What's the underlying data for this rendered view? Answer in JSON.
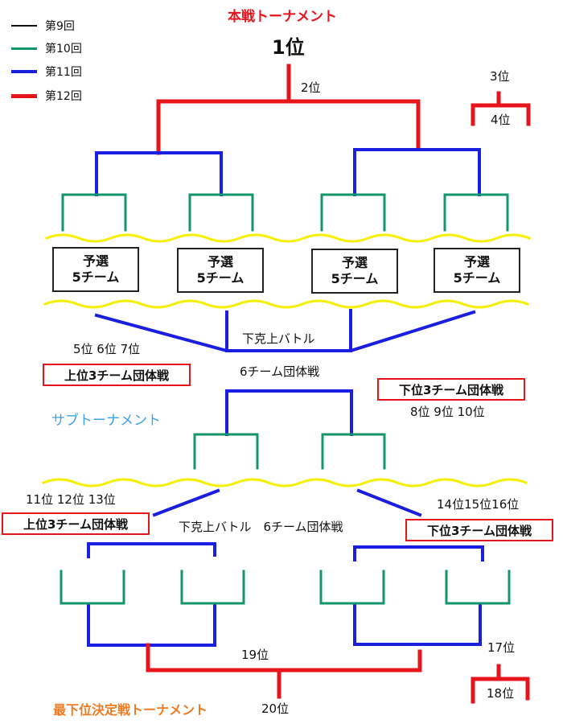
{
  "colors": {
    "round9": "#111111",
    "round10": "#14966b",
    "round11": "#1a1ee0",
    "round12": "#e8141b",
    "wave": "#f4f000",
    "title_red": "#e8141b",
    "title_blue": "#3aa2e8",
    "title_orange": "#f07a21"
  },
  "legend": [
    {
      "label": "第9回",
      "color": "#111111"
    },
    {
      "label": "第10回",
      "color": "#14966b"
    },
    {
      "label": "第11回",
      "color": "#1a1ee0"
    },
    {
      "label": "第12回",
      "color": "#e8141b"
    }
  ],
  "titles": {
    "main": "本戦トーナメント",
    "sub": "サブトーナメント",
    "bottom": "最下位決定戦トーナメント"
  },
  "main": {
    "first": "1位",
    "second": "2位",
    "third": "3位",
    "fourth": "4位",
    "qualifiers": [
      {
        "line1": "予選",
        "line2": "5チーム"
      },
      {
        "line1": "予選",
        "line2": "5チーム"
      },
      {
        "line1": "予選",
        "line2": "5チーム"
      },
      {
        "line1": "予選",
        "line2": "5チーム"
      }
    ]
  },
  "sub": {
    "gekokujo_battle": "下克上バトル",
    "ranks_5_7": "5位 6位 7位",
    "upper_team": "上位3チーム団体戦",
    "six_team": "6チーム団体戦",
    "lower_team": "下位3チーム団体戦",
    "ranks_8_10": "8位 9位 10位"
  },
  "bottom": {
    "ranks_11_13": "11位 12位 13位",
    "upper_team": "上位3チーム団体戦",
    "battle_six": "下克上バトル　6チーム団体戦",
    "ranks_14_16": "14位15位16位",
    "lower_team": "下位3チーム団体戦",
    "nineteenth": "19位",
    "twentieth": "20位",
    "seventeenth": "17位",
    "eighteenth": "18位"
  }
}
